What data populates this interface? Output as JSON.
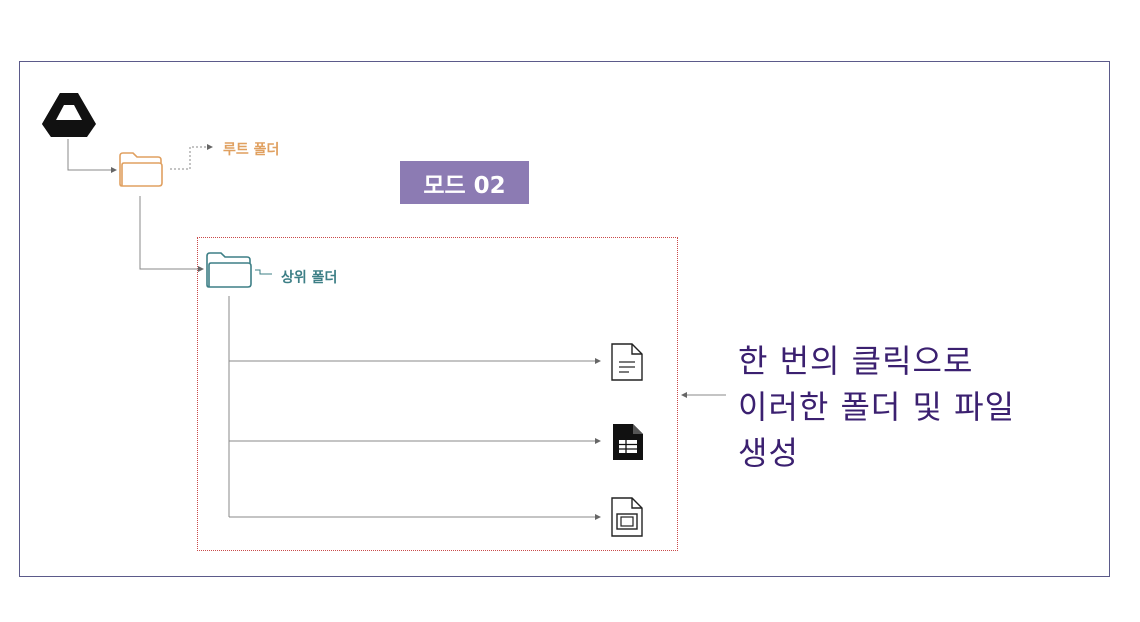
{
  "labels": {
    "root_folder": "루트 폴더",
    "parent_folder": "상위 폴더",
    "mode": "모드 02"
  },
  "caption": {
    "line1": "한 번의 클릭으로",
    "line2": "이러한 폴더 및 파일",
    "line3": "생성"
  },
  "icons": {
    "drive": "google-drive-icon",
    "root_folder": "folder-icon",
    "parent_folder": "folder-icon",
    "doc": "google-docs-icon",
    "sheet": "google-sheets-icon",
    "slides": "google-slides-icon"
  },
  "colors": {
    "frame_border": "#5b5a8a",
    "root_folder": "#e0a060",
    "parent_folder": "#3d7f86",
    "mode_badge": "#8c7bb3",
    "caption_text": "#3b2070",
    "dotted_border": "#c94a4a",
    "connector": "#666666"
  }
}
